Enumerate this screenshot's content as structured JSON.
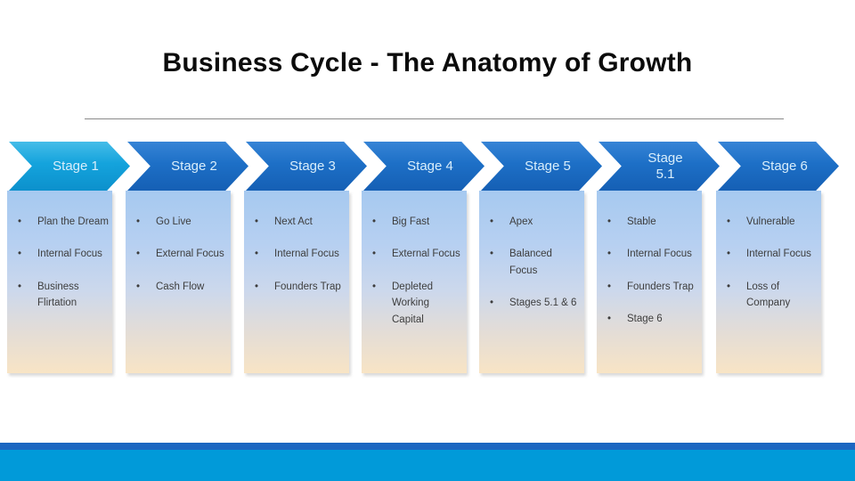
{
  "slide": {
    "title": "Business Cycle - The Anatomy of Growth"
  },
  "stages": [
    {
      "label": "Stage 1",
      "bullets": [
        "Plan the Dream",
        "Internal Focus",
        "Business Flirtation"
      ]
    },
    {
      "label": "Stage 2",
      "bullets": [
        "Go Live",
        "External Focus",
        "Cash Flow"
      ]
    },
    {
      "label": "Stage 3",
      "bullets": [
        "Next Act",
        "Internal Focus",
        "Founders Trap"
      ]
    },
    {
      "label": "Stage 4",
      "bullets": [
        "Big Fast",
        "External Focus",
        "Depleted Working Capital"
      ]
    },
    {
      "label": "Stage 5",
      "bullets": [
        "Apex",
        "Balanced Focus",
        "Stages 5.1 & 6"
      ]
    },
    {
      "label": "Stage\n5.1",
      "bullets": [
        "Stable",
        "Internal Focus",
        "Founders Trap",
        "Stage 6"
      ]
    },
    {
      "label": "Stage 6",
      "bullets": [
        "Vulnerable",
        "Internal Focus",
        "Loss of Company"
      ]
    }
  ],
  "colors": {
    "stage1_chevron": "#14a3dc",
    "stage_chevron": "#1d6fc6",
    "chevron_label": "#d9eefb",
    "panel_gradient_top": "#a6c9f0",
    "panel_gradient_bottom": "#f8e4c5",
    "bullet_text": "#3d3d3d",
    "divider": "#8a8a8a",
    "footer_band_dark": "#1b67c1",
    "footer_band_cyan": "#019ad9"
  }
}
